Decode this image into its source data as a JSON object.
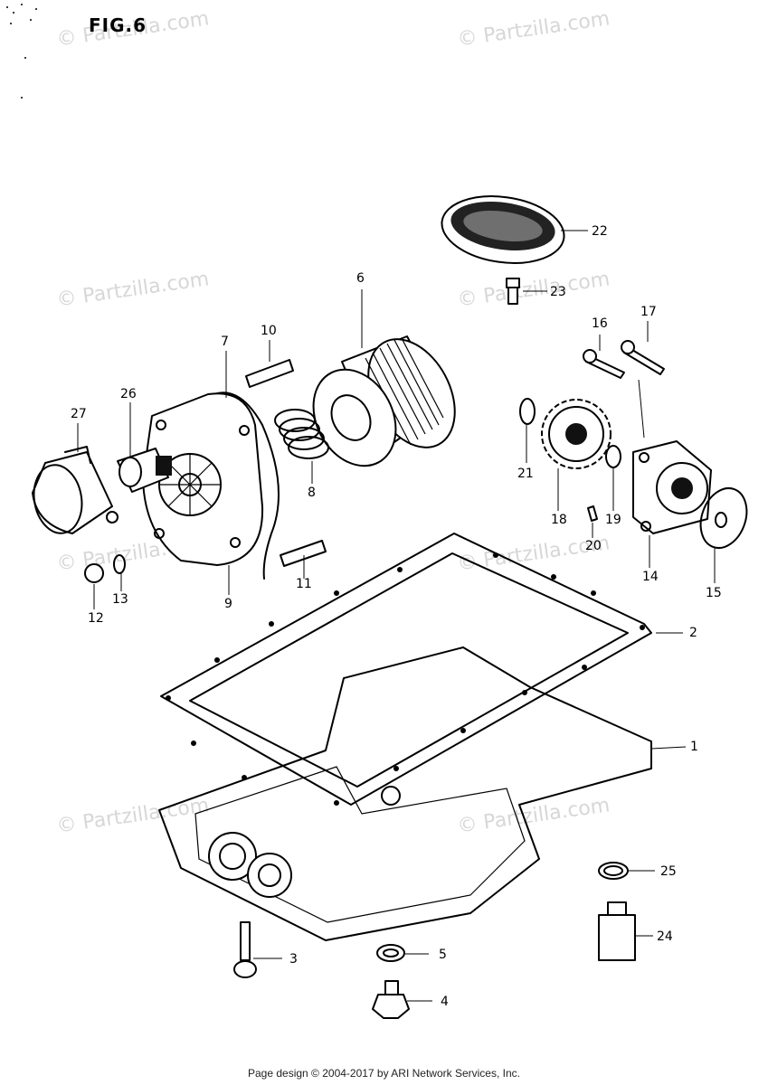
{
  "title": "FIG.6",
  "watermark": "© Partzilla.com",
  "footer": "Page design © 2004-2017 by ARI Network Services, Inc.",
  "callouts": {
    "p1": "1",
    "p2": "2",
    "p3": "3",
    "p4": "4",
    "p5": "5",
    "p6": "6",
    "p7": "7",
    "p8": "8",
    "p9": "9",
    "p10": "10",
    "p11": "11",
    "p12": "12",
    "p13": "13",
    "p14": "14",
    "p15": "15",
    "p16": "16",
    "p17": "17",
    "p18": "18",
    "p19": "19",
    "p20": "20",
    "p21": "21",
    "p22": "22",
    "p23": "23",
    "p24": "24",
    "p25": "25",
    "p26": "26",
    "p27": "27"
  }
}
